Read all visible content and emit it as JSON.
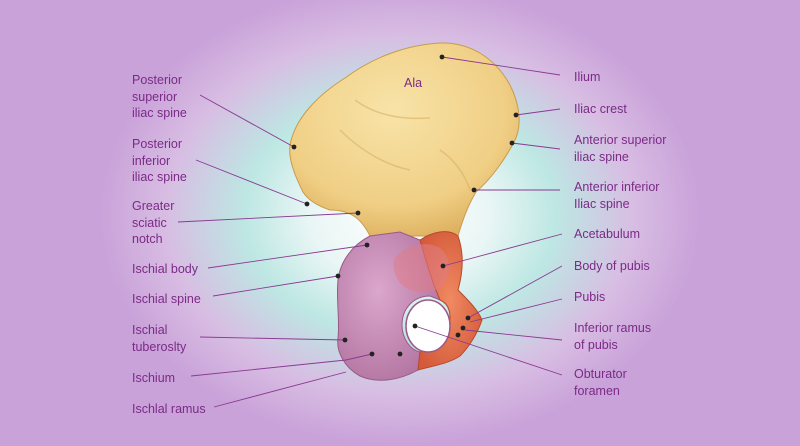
{
  "bone_label": "Ala",
  "colors": {
    "ilium": "#f1d38a",
    "ischium": "#c98bb8",
    "pubis": "#e8764f",
    "label_text": "#7b2a86",
    "leader_line": "#8a3a92"
  },
  "labels_left": [
    {
      "id": "psis",
      "text": "Posterior\nsuperior\niliac spine"
    },
    {
      "id": "piis",
      "text": "Posterior\ninferior\niliac spine"
    },
    {
      "id": "gsn",
      "text": "Greater\nsciatic\nnotch"
    },
    {
      "id": "ischial-body",
      "text": "Ischial body"
    },
    {
      "id": "ischial-spine",
      "text": "Ischial spine"
    },
    {
      "id": "ischial-tuberosity",
      "text": "Ischial\ntuberoslty"
    },
    {
      "id": "ischium",
      "text": "Ischium"
    },
    {
      "id": "ischial-ramus",
      "text": "Ischlal ramus"
    }
  ],
  "labels_right": [
    {
      "id": "ilium",
      "text": "Ilium"
    },
    {
      "id": "iliac-crest",
      "text": "Iliac crest"
    },
    {
      "id": "asis",
      "text": "Anterior superior\niliac spine"
    },
    {
      "id": "aiis",
      "text": "Anterior inferior\nIliac spine"
    },
    {
      "id": "acetabulum",
      "text": "Acetabulum"
    },
    {
      "id": "body-pubis",
      "text": "Body of pubis"
    },
    {
      "id": "pubis",
      "text": "Pubis"
    },
    {
      "id": "inferior-ramus",
      "text": "Inferior ramus\nof pubis"
    },
    {
      "id": "obturator",
      "text": "Obturator\nforamen"
    }
  ]
}
